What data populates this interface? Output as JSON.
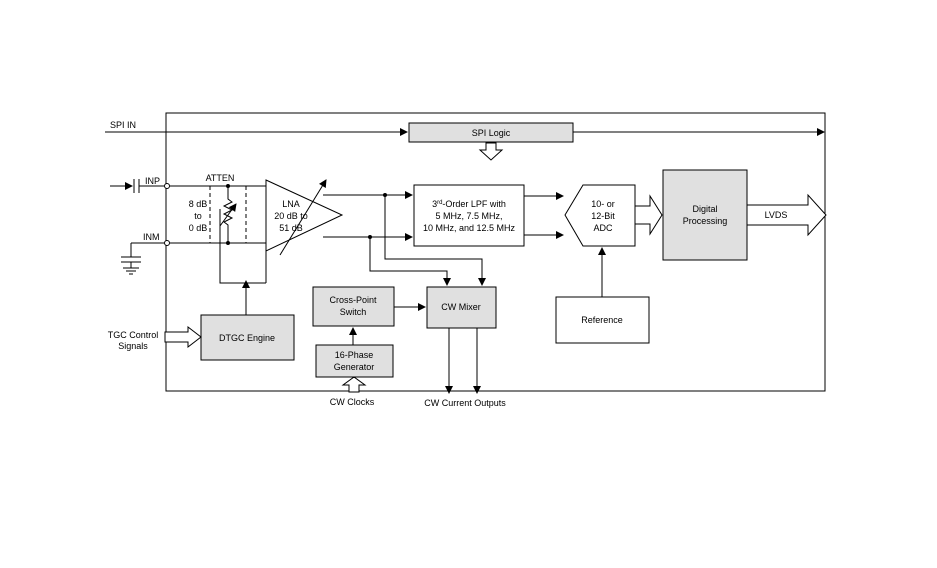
{
  "signals": {
    "spi_in": "SPI IN",
    "inp": "INP",
    "inm": "INM",
    "atten": "ATTEN",
    "tgc_line1": "TGC Control",
    "tgc_line2": "Signals",
    "cw_clocks": "CW Clocks",
    "cw_outputs": "CW Current Outputs",
    "lvds": "LVDS"
  },
  "atten_block": {
    "line1": "8 dB",
    "line2": "to",
    "line3": "0 dB"
  },
  "lna": {
    "line1": "LNA",
    "line2": "20 dB to",
    "line3": "51 dB"
  },
  "lpf": {
    "line1_pre": "3",
    "line1_sup": "rd",
    "line1_post": "-Order LPF with",
    "line2": "5 MHz, 7.5 MHz,",
    "line3": "10 MHz, and 12.5 MHz"
  },
  "adc": {
    "line1": "10- or",
    "line2": "12-Bit",
    "line3": "ADC"
  },
  "blocks": {
    "spi_logic": "SPI Logic",
    "digital_line1": "Digital",
    "digital_line2": "Processing",
    "reference": "Reference",
    "dtgc": "DTGC Engine",
    "cps_line1": "Cross-Point",
    "cps_line2": "Switch",
    "cw_mixer": "CW Mixer",
    "gen_line1": "16-Phase",
    "gen_line2": "Generator"
  },
  "colors": {
    "block_fill": "#e0e0e0",
    "white_fill": "#ffffff",
    "line": "#000000"
  }
}
